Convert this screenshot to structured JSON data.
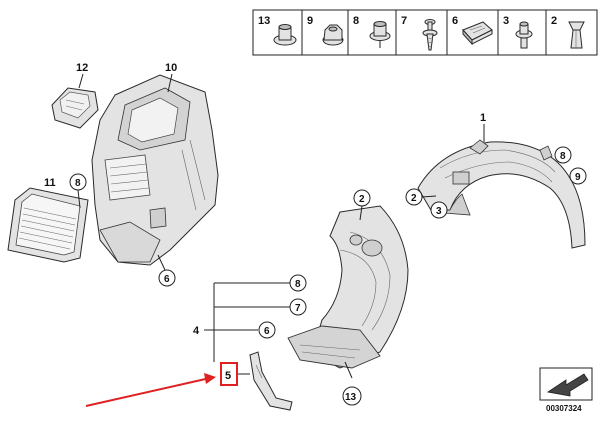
{
  "hardware_strip": [
    {
      "num": "13",
      "icon": "nut-flanged-icon"
    },
    {
      "num": "9",
      "icon": "hex-nut-icon"
    },
    {
      "num": "8",
      "icon": "collar-nut-icon"
    },
    {
      "num": "7",
      "icon": "screw-icon"
    },
    {
      "num": "6",
      "icon": "spring-clip-icon"
    },
    {
      "num": "3",
      "icon": "rivet-icon"
    },
    {
      "num": "2",
      "icon": "expanding-clip-icon"
    }
  ],
  "labels": {
    "l1": "1",
    "l2a": "2",
    "l2b": "2",
    "l3": "3",
    "l4": "4",
    "l5": "5",
    "l6a": "6",
    "l6b": "6",
    "l7": "7",
    "l8a": "8",
    "l8b": "8",
    "l8c": "8",
    "l9": "9",
    "l11": "11",
    "l12": "12",
    "l10": "10",
    "l13": "13"
  },
  "catalog_number": "00307324",
  "colors": {
    "highlight": "#e02020",
    "line": "#222222"
  }
}
